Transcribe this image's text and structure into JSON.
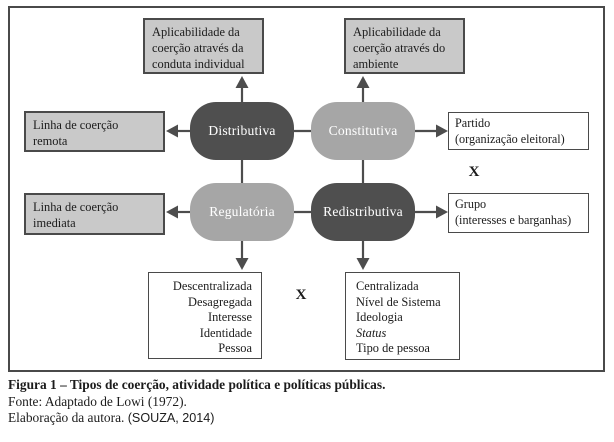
{
  "colors": {
    "dark_node": "#4f4f4f",
    "light_node": "#a6a6a6",
    "gray_box": "#c9c9c9",
    "border": "#4a4a4a",
    "stroke": "#4d4d4d"
  },
  "nodes": {
    "distributiva": {
      "label": "Distributiva",
      "tone": "dark"
    },
    "constitutiva": {
      "label": "Constitutiva",
      "tone": "light"
    },
    "regulatoria": {
      "label": "Regulatória",
      "tone": "light"
    },
    "redistributiva": {
      "label": "Redistributiva",
      "tone": "dark"
    }
  },
  "boxes": {
    "top_left": {
      "lines": [
        "Aplicabilidade da",
        "coerção através da",
        "conduta individual"
      ]
    },
    "top_right": {
      "lines": [
        "Aplicabilidade da",
        "coerção através do",
        "ambiente"
      ]
    },
    "left_top": {
      "lines": [
        "Linha de coerção",
        "remota"
      ]
    },
    "left_bottom": {
      "lines": [
        "Linha de coerção",
        "imediata"
      ]
    },
    "right_top": {
      "lines": [
        "Partido",
        "(organização eleitoral)"
      ]
    },
    "right_bottom": {
      "lines": [
        "Grupo",
        "(interesses e barganhas)"
      ]
    },
    "bottom_left": {
      "lines": [
        "Descentralizada",
        "Desagregada",
        "Interesse",
        "Identidade",
        "Pessoa"
      ]
    },
    "bottom_right": {
      "lines": [
        "Centralizada",
        "Nível de Sistema",
        "Ideologia",
        "Status",
        "Tipo de pessoa"
      ]
    }
  },
  "separators": {
    "x_right": "X",
    "x_bottom": "X"
  },
  "caption": {
    "title": "Figura 1 – Tipos de coerção, atividade política e políticas públicas.",
    "source": "Fonte: Adaptado de Lowi (1972).",
    "elaboration": "Elaboração da autora.",
    "citation": "(SOUZA, 2014)"
  }
}
